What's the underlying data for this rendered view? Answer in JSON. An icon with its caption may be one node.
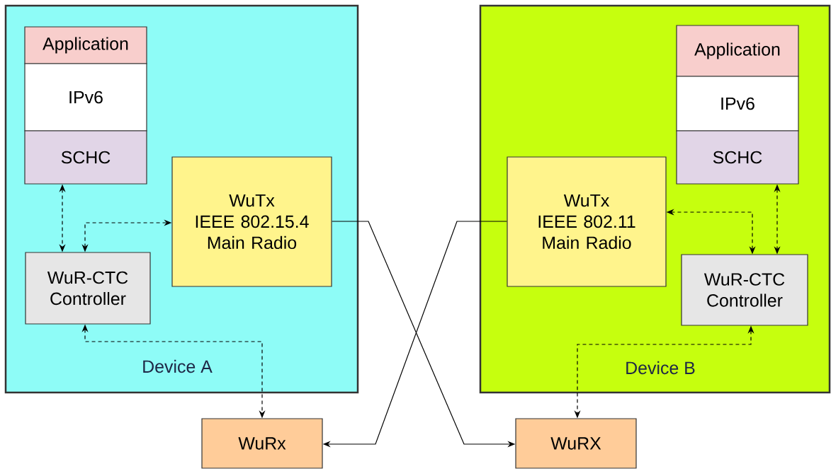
{
  "diagram": {
    "nodes": [
      {
        "text": [
          "Device A"
        ]
      },
      {
        "text": [
          "Application"
        ],
        "in": 0
      },
      {
        "text": [
          "IPv6"
        ],
        "in": 0
      },
      {
        "text": [
          "SCHC"
        ],
        "in": 0
      },
      {
        "text": [
          "WuTx",
          "IEEE 802.15.4 Main Radio"
        ],
        "in": 0
      },
      {
        "text": [
          "WuR-CTC Controller"
        ],
        "in": 0
      },
      {
        "text": [
          "Device B"
        ]
      },
      {
        "text": [
          "Application"
        ],
        "in": 6
      },
      {
        "text": [
          "IPv6"
        ],
        "in": 6
      },
      {
        "text": [
          "SCHC"
        ],
        "in": 6
      },
      {
        "text": [
          "WuTx",
          "IEEE 802.11 Main Radio"
        ],
        "in": 6
      },
      {
        "text": [
          "WuR-CTC Controller"
        ],
        "in": 6
      },
      {
        "text": [
          "WuRx"
        ]
      },
      {
        "text": [
          "WuRX"
        ]
      }
    ],
    "edges": [
      {
        "from": 3,
        "to": 5,
        "arrow": "both",
        "style": "dashed"
      },
      {
        "from": 5,
        "to": 4,
        "arrow": "both",
        "style": "dashed"
      },
      {
        "from": 5,
        "to": 12,
        "arrow": "both",
        "style": "dashed"
      },
      {
        "from": 4,
        "to": 13,
        "arrow": "to"
      },
      {
        "from": 10,
        "to": 12,
        "arrow": "to"
      },
      {
        "from": 9,
        "to": 11,
        "arrow": "both",
        "style": "dashed"
      },
      {
        "from": 11,
        "to": 10,
        "arrow": "both",
        "style": "dashed"
      },
      {
        "from": 11,
        "to": 13,
        "arrow": "both",
        "style": "dashed"
      }
    ]
  }
}
